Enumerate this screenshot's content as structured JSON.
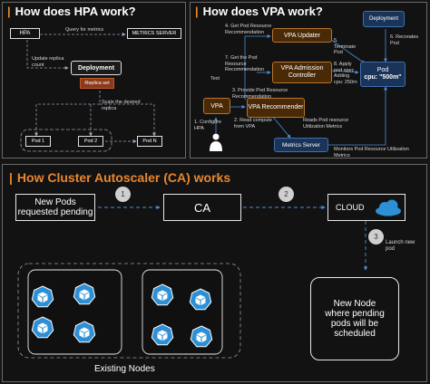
{
  "hpa": {
    "title": "How does HPA work?",
    "hpa_box": "HPA",
    "query_label": "Query for metrics",
    "metrics_server_box": "METRICS SERVER",
    "update_label": "Update replica count",
    "deployment_box": "Deployment",
    "replicaset_box": "Replica set",
    "scale_label": "Scale the desired replica",
    "pod1": "Pod 1",
    "pod2": "Pod 2",
    "podn": "Pod N"
  },
  "vpa": {
    "title": "How does VPA work?",
    "deployment_box": "Deployment",
    "updater_box": "VPA Updater",
    "admission_box": "VPA Admission Controller",
    "vpa_box": "VPA",
    "recommender_box": "VPA Recommender",
    "metrics_server_box": "Metrics Server",
    "pod_title": "Pod",
    "pod_cpu": "cpu: \"500m\"",
    "step1": "1. Configure HPA",
    "step2": "2. Read compute from VPA",
    "step3": "3. Provide Pod Resource Recommendation",
    "step4": "4. Get Pod Resource Recommendation",
    "step5": "5. Terminate Pod",
    "step6": "6. Recreates Pod",
    "step7": "7. Get the Pod Resource Recommendation",
    "step8": "8. Apply pod spec Adding cpu: 250m",
    "reads_label": "Reads Pod resource Utilization Metrics",
    "monitors_label": "Monitors Pod Resource Utilization Metrics",
    "text_label": "Text"
  },
  "ca": {
    "title": "How Cluster Autoscaler (CA) works",
    "pending_box": "New Pods requested pending",
    "ca_box": "CA",
    "cloud_box": "CLOUD",
    "step1": "1",
    "step2": "2",
    "step3": "3",
    "launch_label": "Launch new pod",
    "new_node_box": "New Node where pending pods will be scheduled",
    "existing_label": "Existing Nodes"
  },
  "colors": {
    "accent_orange": "#e8872f",
    "vpa_box_fill": "#4a2a06",
    "vpa_box_border": "#b8742a",
    "pod_blue": "#1a3358",
    "k8s_icon_blue": "#2d8fd6",
    "arrow_blue": "#4f8fd6"
  },
  "icons": [
    "kubernetes-pod-icon",
    "cloud-icon",
    "person-icon"
  ]
}
